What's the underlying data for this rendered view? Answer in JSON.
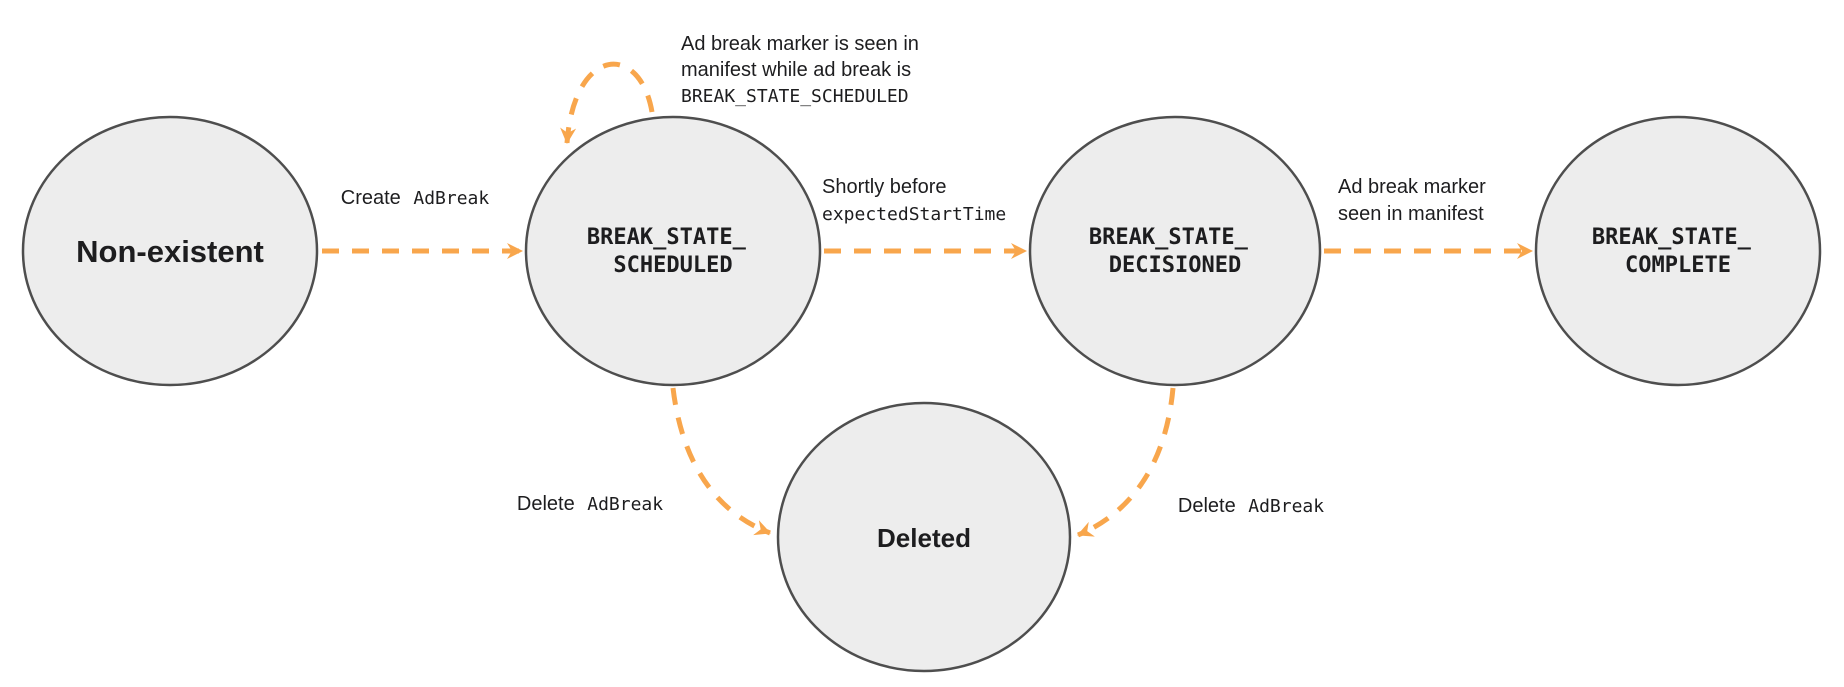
{
  "colors": {
    "arrow": "#F8A64C",
    "state_fill": "#EDEDED",
    "state_stroke": "#4E4E4E",
    "text": "#1D1D1F"
  },
  "states": [
    {
      "name": "non-existent",
      "lines": [
        "Non-existent"
      ]
    },
    {
      "name": "break-state-scheduled",
      "lines": [
        "BREAK_STATE_",
        "SCHEDULED"
      ]
    },
    {
      "name": "break-state-decisioned",
      "lines": [
        "BREAK_STATE_",
        "DECISIONED"
      ]
    },
    {
      "name": "break-state-complete",
      "lines": [
        "BREAK_STATE_",
        "COMPLETE"
      ]
    },
    {
      "name": "deleted",
      "lines": [
        "Deleted"
      ]
    }
  ],
  "transitions": {
    "create": {
      "plain": "Create",
      "code": "AdBreak"
    },
    "self_loop": {
      "line1": "Ad break marker is seen in",
      "line2": "manifest while ad break is",
      "code": "BREAK_STATE_SCHEDULED"
    },
    "decision": {
      "plain": "Shortly before",
      "code": "expectedStartTime"
    },
    "complete": {
      "line1": "Ad break marker",
      "line2": "seen in manifest"
    },
    "delete_scheduled": {
      "plain": "Delete",
      "code": "AdBreak"
    },
    "delete_decisioned": {
      "plain": "Delete",
      "code": "AdBreak"
    }
  }
}
